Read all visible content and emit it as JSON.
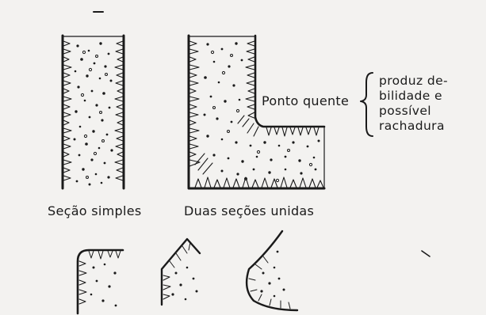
{
  "labels": {
    "simple_section": "Seção simples",
    "joined_sections": "Duas seções unidas",
    "hot_spot": "Ponto quente",
    "note_lines": [
      "produz de-",
      "bilidade e",
      "possível",
      "rachadura"
    ]
  },
  "colors": {
    "ink": "#1a1a1a",
    "paper": "#f3f2f0"
  }
}
